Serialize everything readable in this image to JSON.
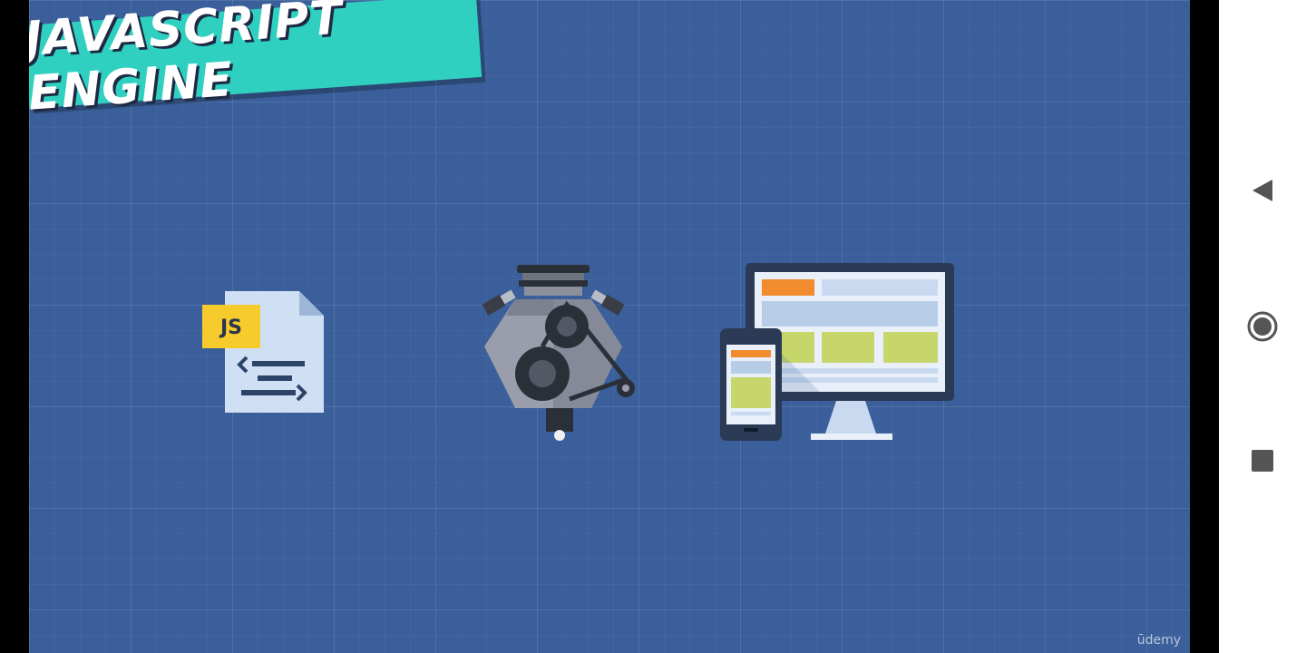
{
  "slide": {
    "title": "JAVASCRIPT ENGINE",
    "js_badge": "JS",
    "watermark": "ūdemy",
    "colors": {
      "background": "#3a5f9a",
      "banner": "#2fd0c0",
      "badge": "#f5cc2b",
      "accent_orange": "#f28a2e",
      "accent_green": "#c6d66a"
    }
  },
  "icons": {
    "file": "js-file-icon",
    "engine": "engine-icon",
    "devices": "devices-icon"
  },
  "nav": {
    "back": "back-icon",
    "home": "home-icon",
    "recents": "recents-icon"
  }
}
